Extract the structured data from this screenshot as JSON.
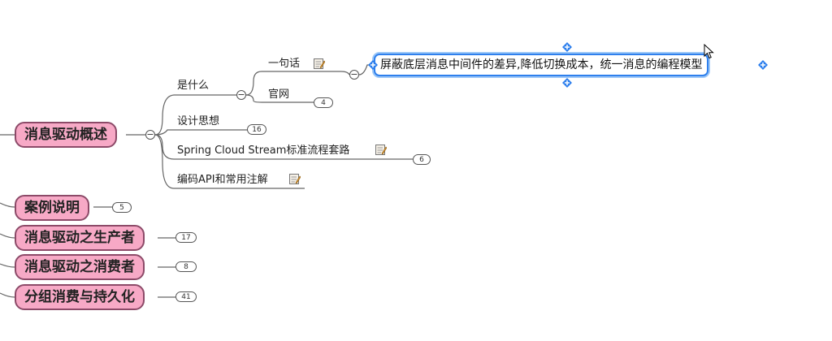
{
  "mindmap": {
    "main_topics": [
      {
        "label": "消息驱动概述"
      },
      {
        "label": "案例说明",
        "count": "5"
      },
      {
        "label": "消息驱动之生产者",
        "count": "17"
      },
      {
        "label": "消息驱动之消费者",
        "count": "8"
      },
      {
        "label": "分组消费与持久化",
        "count": "41"
      }
    ],
    "subtopics": [
      {
        "label": "是什么"
      },
      {
        "label": "设计思想",
        "count": "16"
      },
      {
        "label": "Spring Cloud Stream标准流程套路",
        "count": "6"
      },
      {
        "label": "编码API和常用注解"
      }
    ],
    "what_children": [
      {
        "label": "一句话"
      },
      {
        "label": "官网",
        "count": "4"
      }
    ],
    "selected_topic": {
      "label": "屏蔽底层消息中间件的差异,降低切换成本，统一消息的编程模型"
    },
    "collapse_symbol": "−",
    "colors": {
      "main_fill": "#f7a9c6",
      "main_border": "#8c4a68",
      "selection": "#2f80ed",
      "line": "#666666"
    },
    "icons": [
      "note-icon",
      "collapse-toggle-icon",
      "add-handle-icon",
      "mouse-cursor-icon"
    ]
  }
}
